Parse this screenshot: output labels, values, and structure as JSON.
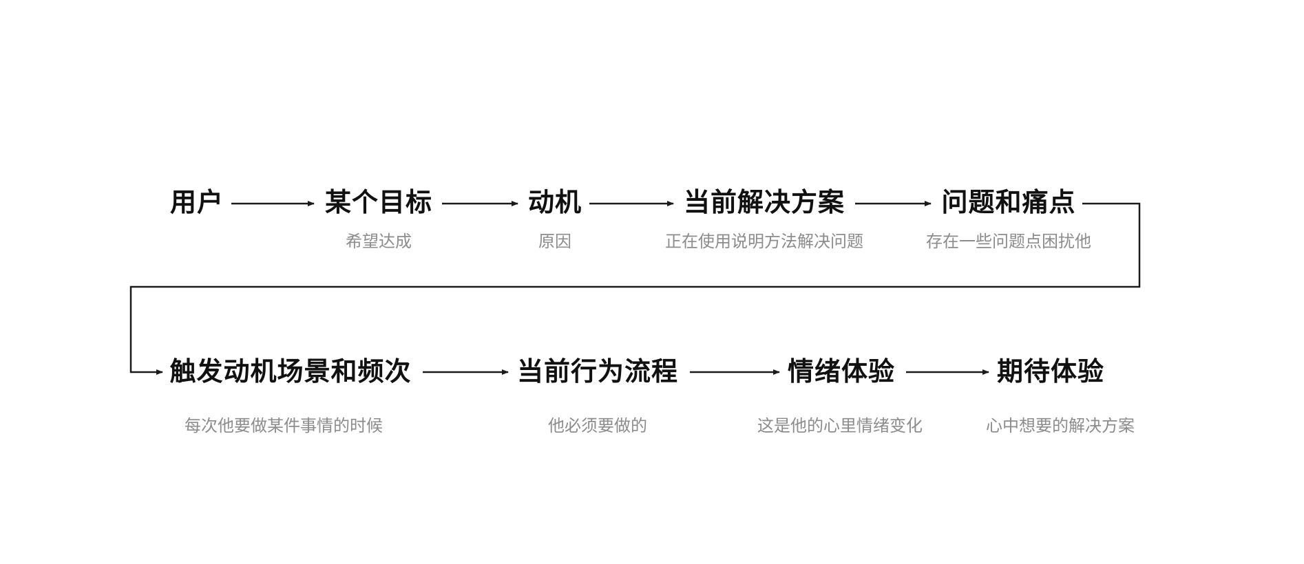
{
  "canvas": {
    "background_color": "#ffffff",
    "line_color": "#1a1a1a",
    "title_color": "#111111",
    "note_color": "#8c8c8c"
  },
  "diagram": {
    "kind": "user-research-flow",
    "rows": [
      {
        "nodes": [
          {
            "label": "用户",
            "note": ""
          },
          {
            "label": "某个目标",
            "note": "希望达成"
          },
          {
            "label": "动机",
            "note": "原因"
          },
          {
            "label": "当前解决方案",
            "note": "正在使用说明方法解决问题"
          },
          {
            "label": "问题和痛点",
            "note": "存在一些问题点困扰他"
          }
        ]
      },
      {
        "nodes": [
          {
            "label": "触发动机场景和频次",
            "note": "每次他要做某件事情的时候"
          },
          {
            "label": "当前行为流程",
            "note": "他必须要做的"
          },
          {
            "label": "情绪体验",
            "note": "这是他的心里情绪变化"
          },
          {
            "label": "期待体验",
            "note": "心中想要的解决方案"
          }
        ]
      }
    ],
    "connections": [
      "用户 → 某个目标",
      "某个目标 → 动机",
      "动机 → 当前解决方案",
      "当前解决方案 → 问题和痛点",
      "问题和痛点 → 触发动机场景和频次",
      "触发动机场景和频次 → 当前行为流程",
      "当前行为流程 → 情绪体验",
      "情绪体验 → 期待体验"
    ]
  }
}
